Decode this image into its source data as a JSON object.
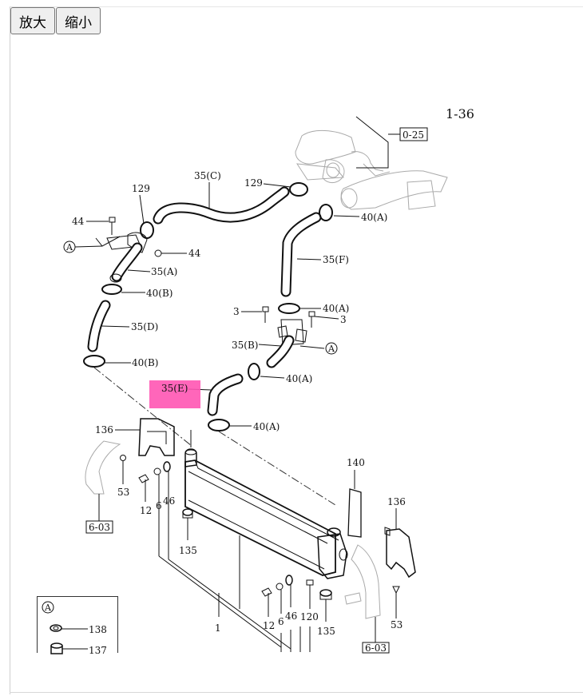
{
  "toolbar": {
    "zoom_in": "放大",
    "zoom_out": "缩小"
  },
  "diagram": {
    "page_ref": "1-36",
    "highlight": "35(E)",
    "legend": {
      "marker": "A",
      "items": [
        "138",
        "137"
      ]
    },
    "labels": {
      "ref_0_25": "0-25",
      "ref_6_03_left": "6-03",
      "ref_6_03_right": "6-03",
      "p35c": "35(C)",
      "p35a": "35(A)",
      "p35d": "35(D)",
      "p35f": "35(F)",
      "p35b": "35(B)",
      "p129_left": "129",
      "p129_right": "129",
      "p44_top": "44",
      "p44_right": "44",
      "pA_left": "A",
      "pA_right": "A",
      "p40a_1": "40(A)",
      "p40a_2": "40(A)",
      "p40a_3": "40(A)",
      "p40a_4": "40(A)",
      "p40b_1": "40(B)",
      "p40b_2": "40(B)",
      "p3_left": "3",
      "p3_right": "3",
      "p136_left": "136",
      "p136_right": "136",
      "p140": "140",
      "p53_left": "53",
      "p53_right": "53",
      "p12_left": "12",
      "p12_right": "12",
      "p6_left": "6",
      "p6_right": "6",
      "p46_left": "46",
      "p46_right": "46",
      "p135_left": "135",
      "p135_right": "135",
      "p120": "120",
      "p1": "1"
    }
  }
}
